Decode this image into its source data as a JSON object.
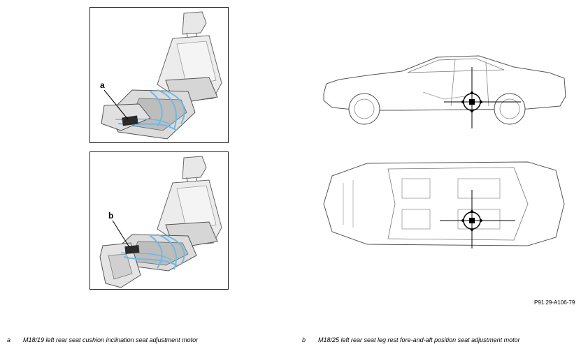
{
  "panels": {
    "a": {
      "callout": "a"
    },
    "b": {
      "callout": "b"
    }
  },
  "figure_id": "P91.29-A106-79",
  "legend": [
    {
      "letter": "a",
      "text": "M18/19 left rear seat cushion inclination seat adjustment motor"
    },
    {
      "letter": "b",
      "text": "M18/25 left rear seat leg rest fore-and-aft position seat adjustment motor"
    }
  ],
  "colors": {
    "cable": "#6fb9e6",
    "seat": "#e6e6e6",
    "outline": "#555555",
    "marker": "#000000"
  }
}
